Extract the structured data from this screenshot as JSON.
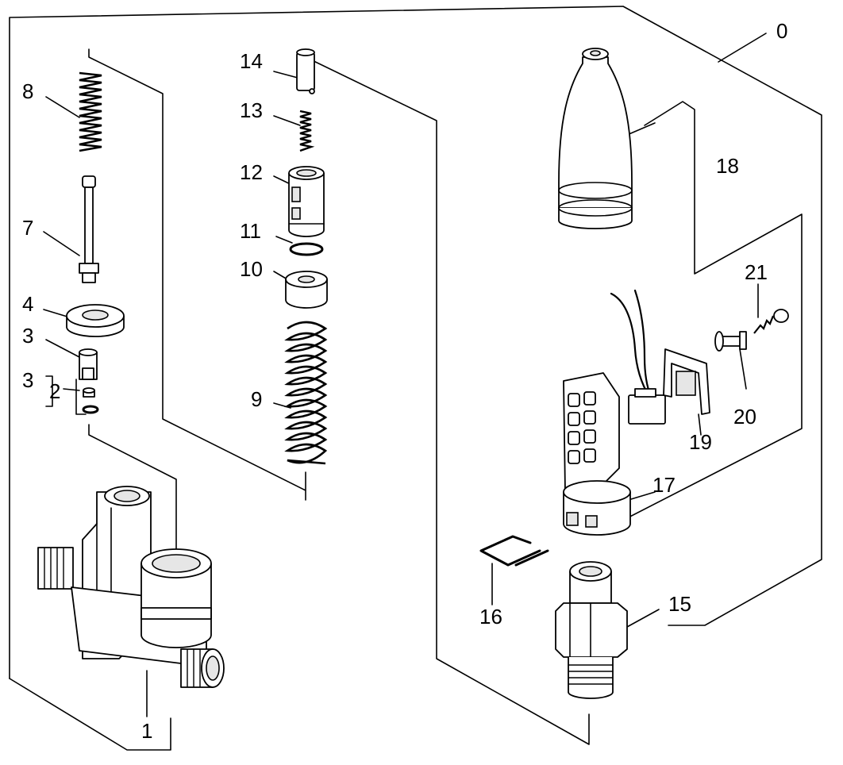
{
  "labels": {
    "p0": "0",
    "p1": "1",
    "p2": "2",
    "p3a": "3",
    "p3b": "3",
    "p4": "4",
    "p7": "7",
    "p8": "8",
    "p9": "9",
    "p10": "10",
    "p11": "11",
    "p12": "12",
    "p13": "13",
    "p14": "14",
    "p15": "15",
    "p16": "16",
    "p17": "17",
    "p18": "18",
    "p19": "19",
    "p20": "20",
    "p21": "21"
  }
}
